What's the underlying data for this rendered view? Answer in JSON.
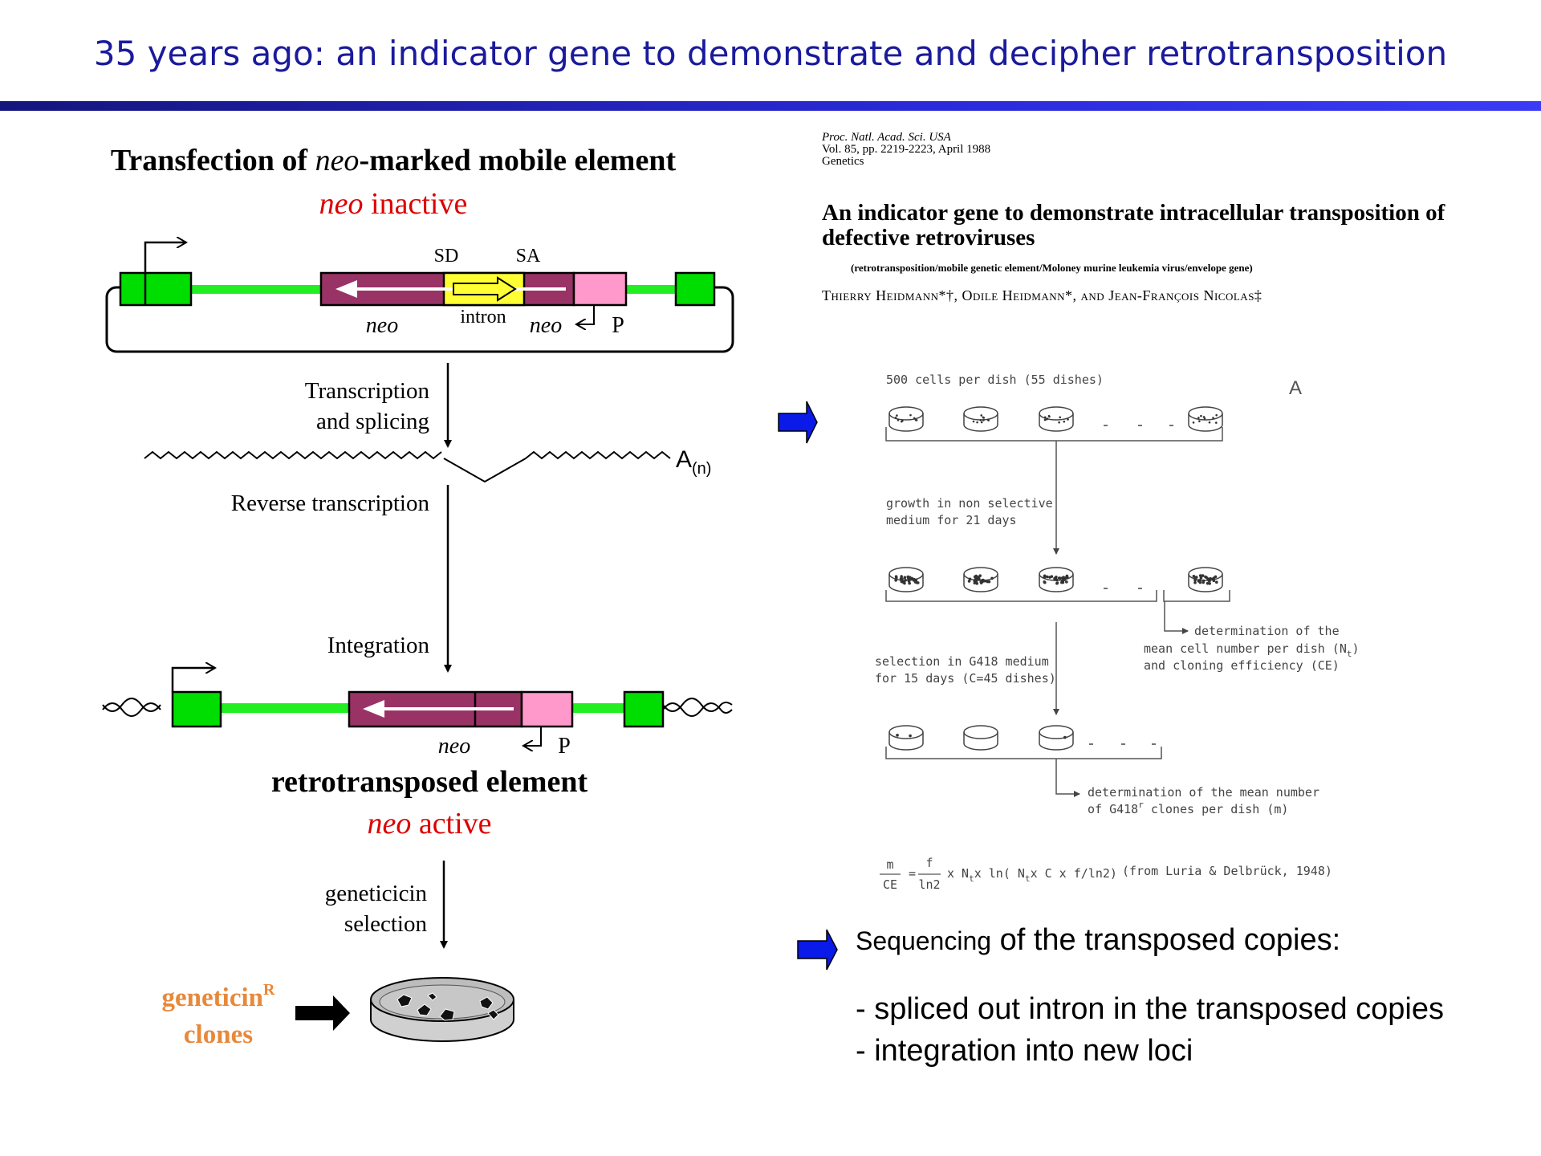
{
  "slide": {
    "title": "35 years ago: an indicator gene to demonstrate and decipher retrotransposition"
  },
  "left_panel": {
    "heading_prefix": "Transfection of ",
    "heading_italic": "neo",
    "heading_suffix": "-marked mobile element",
    "status_top_italic": "neo",
    "status_top_word": " inactive",
    "label_sd": "SD",
    "label_sa": "SA",
    "label_intron": "intron",
    "label_neo": "neo",
    "label_p": "P",
    "step_transcription_1": "Transcription",
    "step_transcription_2": "and splicing",
    "label_polya": "A",
    "label_polya_sub": "(n)",
    "step_reverse": "Reverse transcription",
    "step_integration": "Integration",
    "heading_retro": "retrotransposed element",
    "status_bottom_italic": "neo",
    "status_bottom_word": " active",
    "step_selection_1": "geneticicin",
    "step_selection_2": "selection",
    "clones_word": "geneticin",
    "clones_sup": "R",
    "clones_word_2": "clones"
  },
  "paper": {
    "journal": "Proc. Natl. Acad. Sci. USA",
    "volume": "Vol. 85, pp. 2219-2223, April 1988",
    "section": "Genetics",
    "title": "An indicator gene to demonstrate intracellular transposition of defective retroviruses",
    "keywords": "(retrotransposition/mobile genetic element/Moloney murine leukemia virus/envelope gene)",
    "authors": "Thierry Heidmann*†, Odile Heidmann*, and Jean-François Nicolas‡"
  },
  "figure": {
    "panel_letter": "A",
    "cells_label": "500 cells per dish (55 dishes)",
    "growth_1": "growth in non selective",
    "growth_2": "medium for 21 days",
    "determination_1": "determination of the",
    "determination_2": "mean cell number per dish (N",
    "determination_2_sub": "t",
    "determination_2_end": ")",
    "determination_3": "and cloning efficiency (CE)",
    "selection_1": "selection  in G418 medium",
    "selection_2": "for 15 days (C=45 dishes)",
    "mean_1": "determination of the mean number",
    "mean_2_a": "of G418",
    "mean_2_sup": "r",
    "mean_2_b": " clones per dish (m)",
    "formula_m": "m",
    "formula_ce": "CE",
    "formula_eq": "=",
    "formula_f": "f",
    "formula_ln2": "ln2",
    "formula_rest_a": "x N",
    "formula_rest_sub1": "t",
    "formula_rest_b": "x ln( N",
    "formula_rest_sub2": "t",
    "formula_rest_c": "x C x f/ln2)",
    "formula_ref": "(from Luria & Delbrück, 1948)"
  },
  "findings": {
    "heading_small": "Sequencing",
    "heading_rest": " of the transposed copies:",
    "item_1": "- spliced out intron in the transposed copies",
    "item_2": "- integration into new loci"
  },
  "colors": {
    "title": "#1a1a9c",
    "neo_body": "#993366",
    "intron": "#ffff33",
    "promoter_box": "#ff99cc",
    "ltr_box": "#00dd00",
    "linker": "#22ee22",
    "status_red": "#dd0000",
    "clones_orange": "#e8883a",
    "blue_arrow": "#0a1ae8"
  }
}
